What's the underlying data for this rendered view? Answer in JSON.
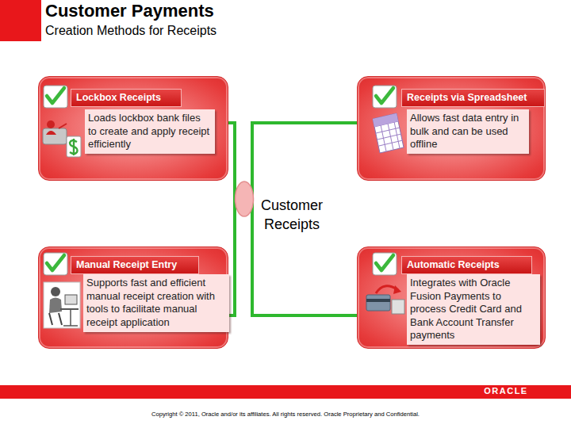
{
  "diagram": {
    "title": "Customer Payments",
    "nodes": [
      {
        "text": [
          "Lockbox Receipts",
          "Loads lockbox bank files to create and apply receipt efficiently"
        ]
      },
      {
        "text": [
          "Receipts via Spreadsheet",
          "Allows fast data entry in bulk and can be used offline"
        ]
      },
      {
        "text": [
          "Customer Receipts"
        ]
      },
      {
        "text": [
          "Manual Receipt Entry",
          "Supports fast and efficient manual receipt creation with tools to facilitate manual receipt application"
        ]
      },
      {
        "text": [
          "Automatic Receipts",
          "Integrates with Oracle Fusion Payments to process Credit Card and Bank Account Transfer payments"
        ]
      }
    ],
    "edges": [
      {
        "from": 0,
        "to": 2,
        "arrow": "none"
      },
      {
        "from": 1,
        "to": 2,
        "arrow": "none"
      },
      {
        "from": 3,
        "to": 2,
        "arrow": "none"
      },
      {
        "from": 4,
        "to": 2,
        "arrow": "none"
      }
    ],
    "labels": [
      "Creation Methods for Receipts",
      "ORACLE",
      "Copyright © 2011, Oracle and/or its affiliates. All rights reserved. Oracle Proprietary and Confidential."
    ]
  }
}
